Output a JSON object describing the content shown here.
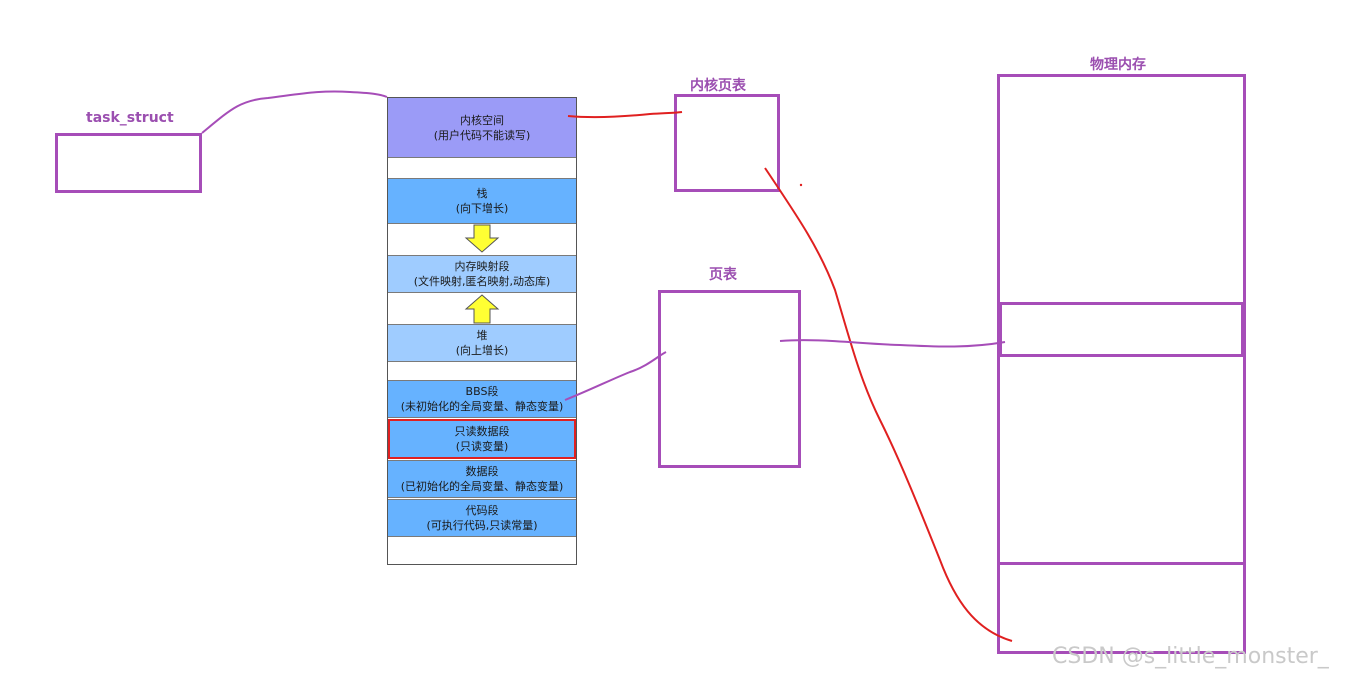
{
  "labels": {
    "task_struct": "task_struct",
    "kernel_page_table": "内核页表",
    "page_table": "页表",
    "physical_memory": "物理内存"
  },
  "segments": {
    "kernel": {
      "line1": "内核空间",
      "line2": "(用户代码不能读写)"
    },
    "stack": {
      "line1": "栈",
      "line2": "(向下增长)"
    },
    "mmap": {
      "line1": "内存映射段",
      "line2": "(文件映射,匿名映射,动态库)"
    },
    "heap": {
      "line1": "堆",
      "line2": "(向上增长)"
    },
    "bss": {
      "line1": "BBS段",
      "line2": "(未初始化的全局变量、静态变量)"
    },
    "rodata": {
      "line1": "只读数据段",
      "line2": "(只读变量)"
    },
    "data": {
      "line1": "数据段",
      "line2": "(已初始化的全局变量、静态变量)"
    },
    "text": {
      "line1": "代码段",
      "line2": "(可执行代码,只读常量)"
    }
  },
  "colors": {
    "purple": "#a64db8",
    "red": "#e02020",
    "kernel": "#9b9bf7",
    "segment_blue": "#66b2ff",
    "segment_light_blue": "#9fccff",
    "arrow_yellow": "#ffff33"
  },
  "watermark": "CSDN @s_little_monster_"
}
